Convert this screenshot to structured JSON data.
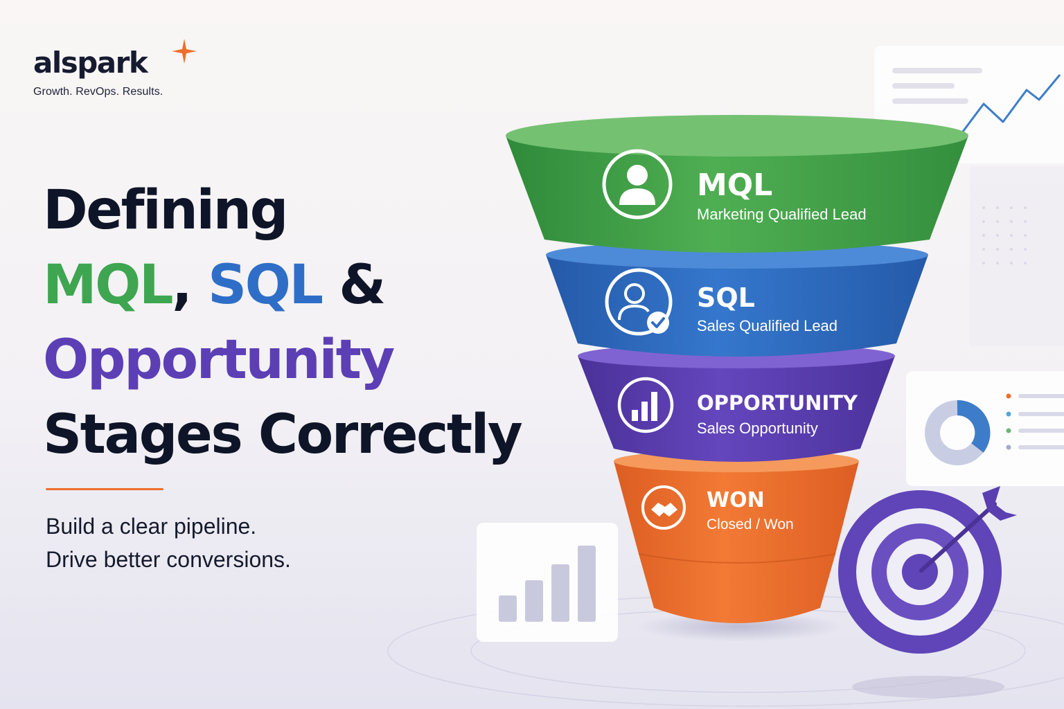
{
  "brand": {
    "name": "alspark",
    "tagline": "Growth. RevOps. Results.",
    "accent_color": "#ee6f2c"
  },
  "headline": {
    "word_defining": "Defining",
    "word_mql": "MQL",
    "comma": ",",
    "word_sql": "SQL",
    "ampersand": "&",
    "word_opportunity": "Opportunity",
    "word_stages_correctly": "Stages Correctly"
  },
  "subheadline": {
    "line1": "Build a clear pipeline.",
    "line2": "Drive better conversions."
  },
  "funnel": {
    "stages": [
      {
        "title": "MQL",
        "subtitle": "Marketing Qualified Lead",
        "icon": "user-icon",
        "color": "#4aa54c"
      },
      {
        "title": "SQL",
        "subtitle": "Sales Qualified Lead",
        "icon": "user-check-icon",
        "color": "#2f6cc2"
      },
      {
        "title": "OPPORTUNITY",
        "subtitle": "Sales Opportunity",
        "icon": "bar-chart-icon",
        "color": "#5d41b3"
      },
      {
        "title": "WON",
        "subtitle": "Closed / Won",
        "icon": "handshake-icon",
        "color": "#ee6e2c"
      }
    ]
  },
  "decorations": {
    "cards": [
      "line-chart-card",
      "donut-chart-card",
      "bar-chart-card"
    ],
    "target": "target-with-arrow-icon"
  }
}
